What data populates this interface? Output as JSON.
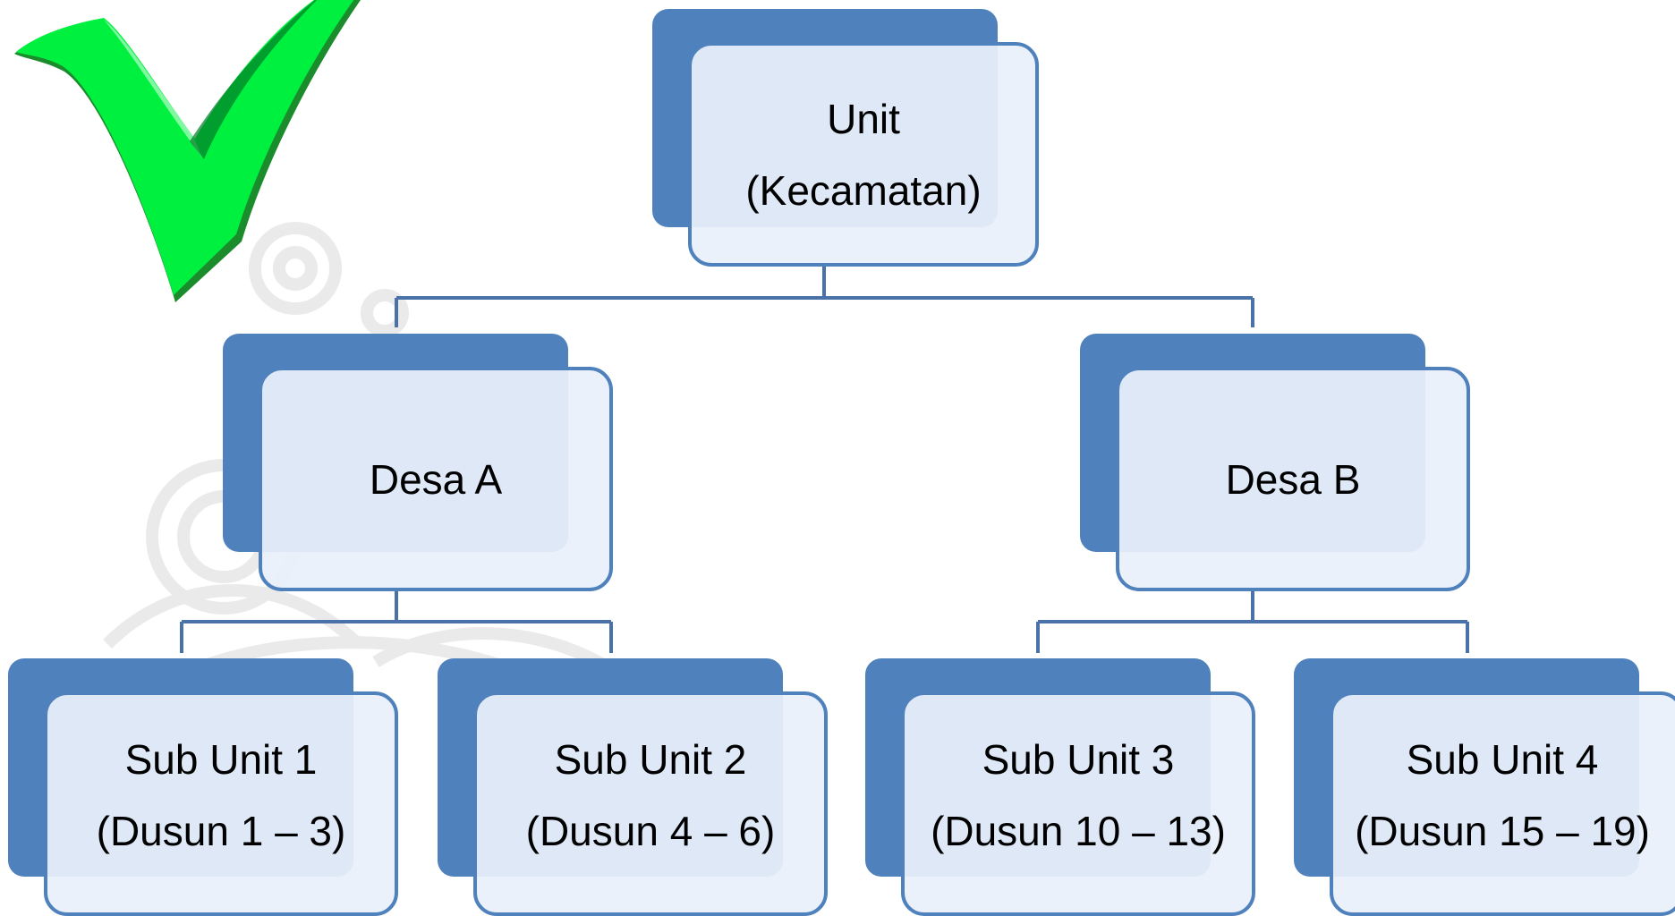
{
  "diagram": {
    "type": "org-chart",
    "colors": {
      "box_fill": "#4f81bd",
      "box_inner": "#eaf0fa",
      "connector": "#4a72a8",
      "check_mark": "#00ee44"
    },
    "icon": "check-mark-icon",
    "root": {
      "line1": "Unit",
      "line2": "(Kecamatan)"
    },
    "villages": [
      {
        "label": "Desa A",
        "sub_units": [
          {
            "line1": "Sub Unit 1",
            "line2": "(Dusun 1 – 3)"
          },
          {
            "line1": "Sub Unit 2",
            "line2": "(Dusun 4 – 6)"
          }
        ]
      },
      {
        "label": "Desa B",
        "sub_units": [
          {
            "line1": "Sub Unit 3",
            "line2": "(Dusun 10 – 13)"
          },
          {
            "line1": "Sub Unit 4",
            "line2": "(Dusun 15 – 19)"
          }
        ]
      }
    ]
  }
}
